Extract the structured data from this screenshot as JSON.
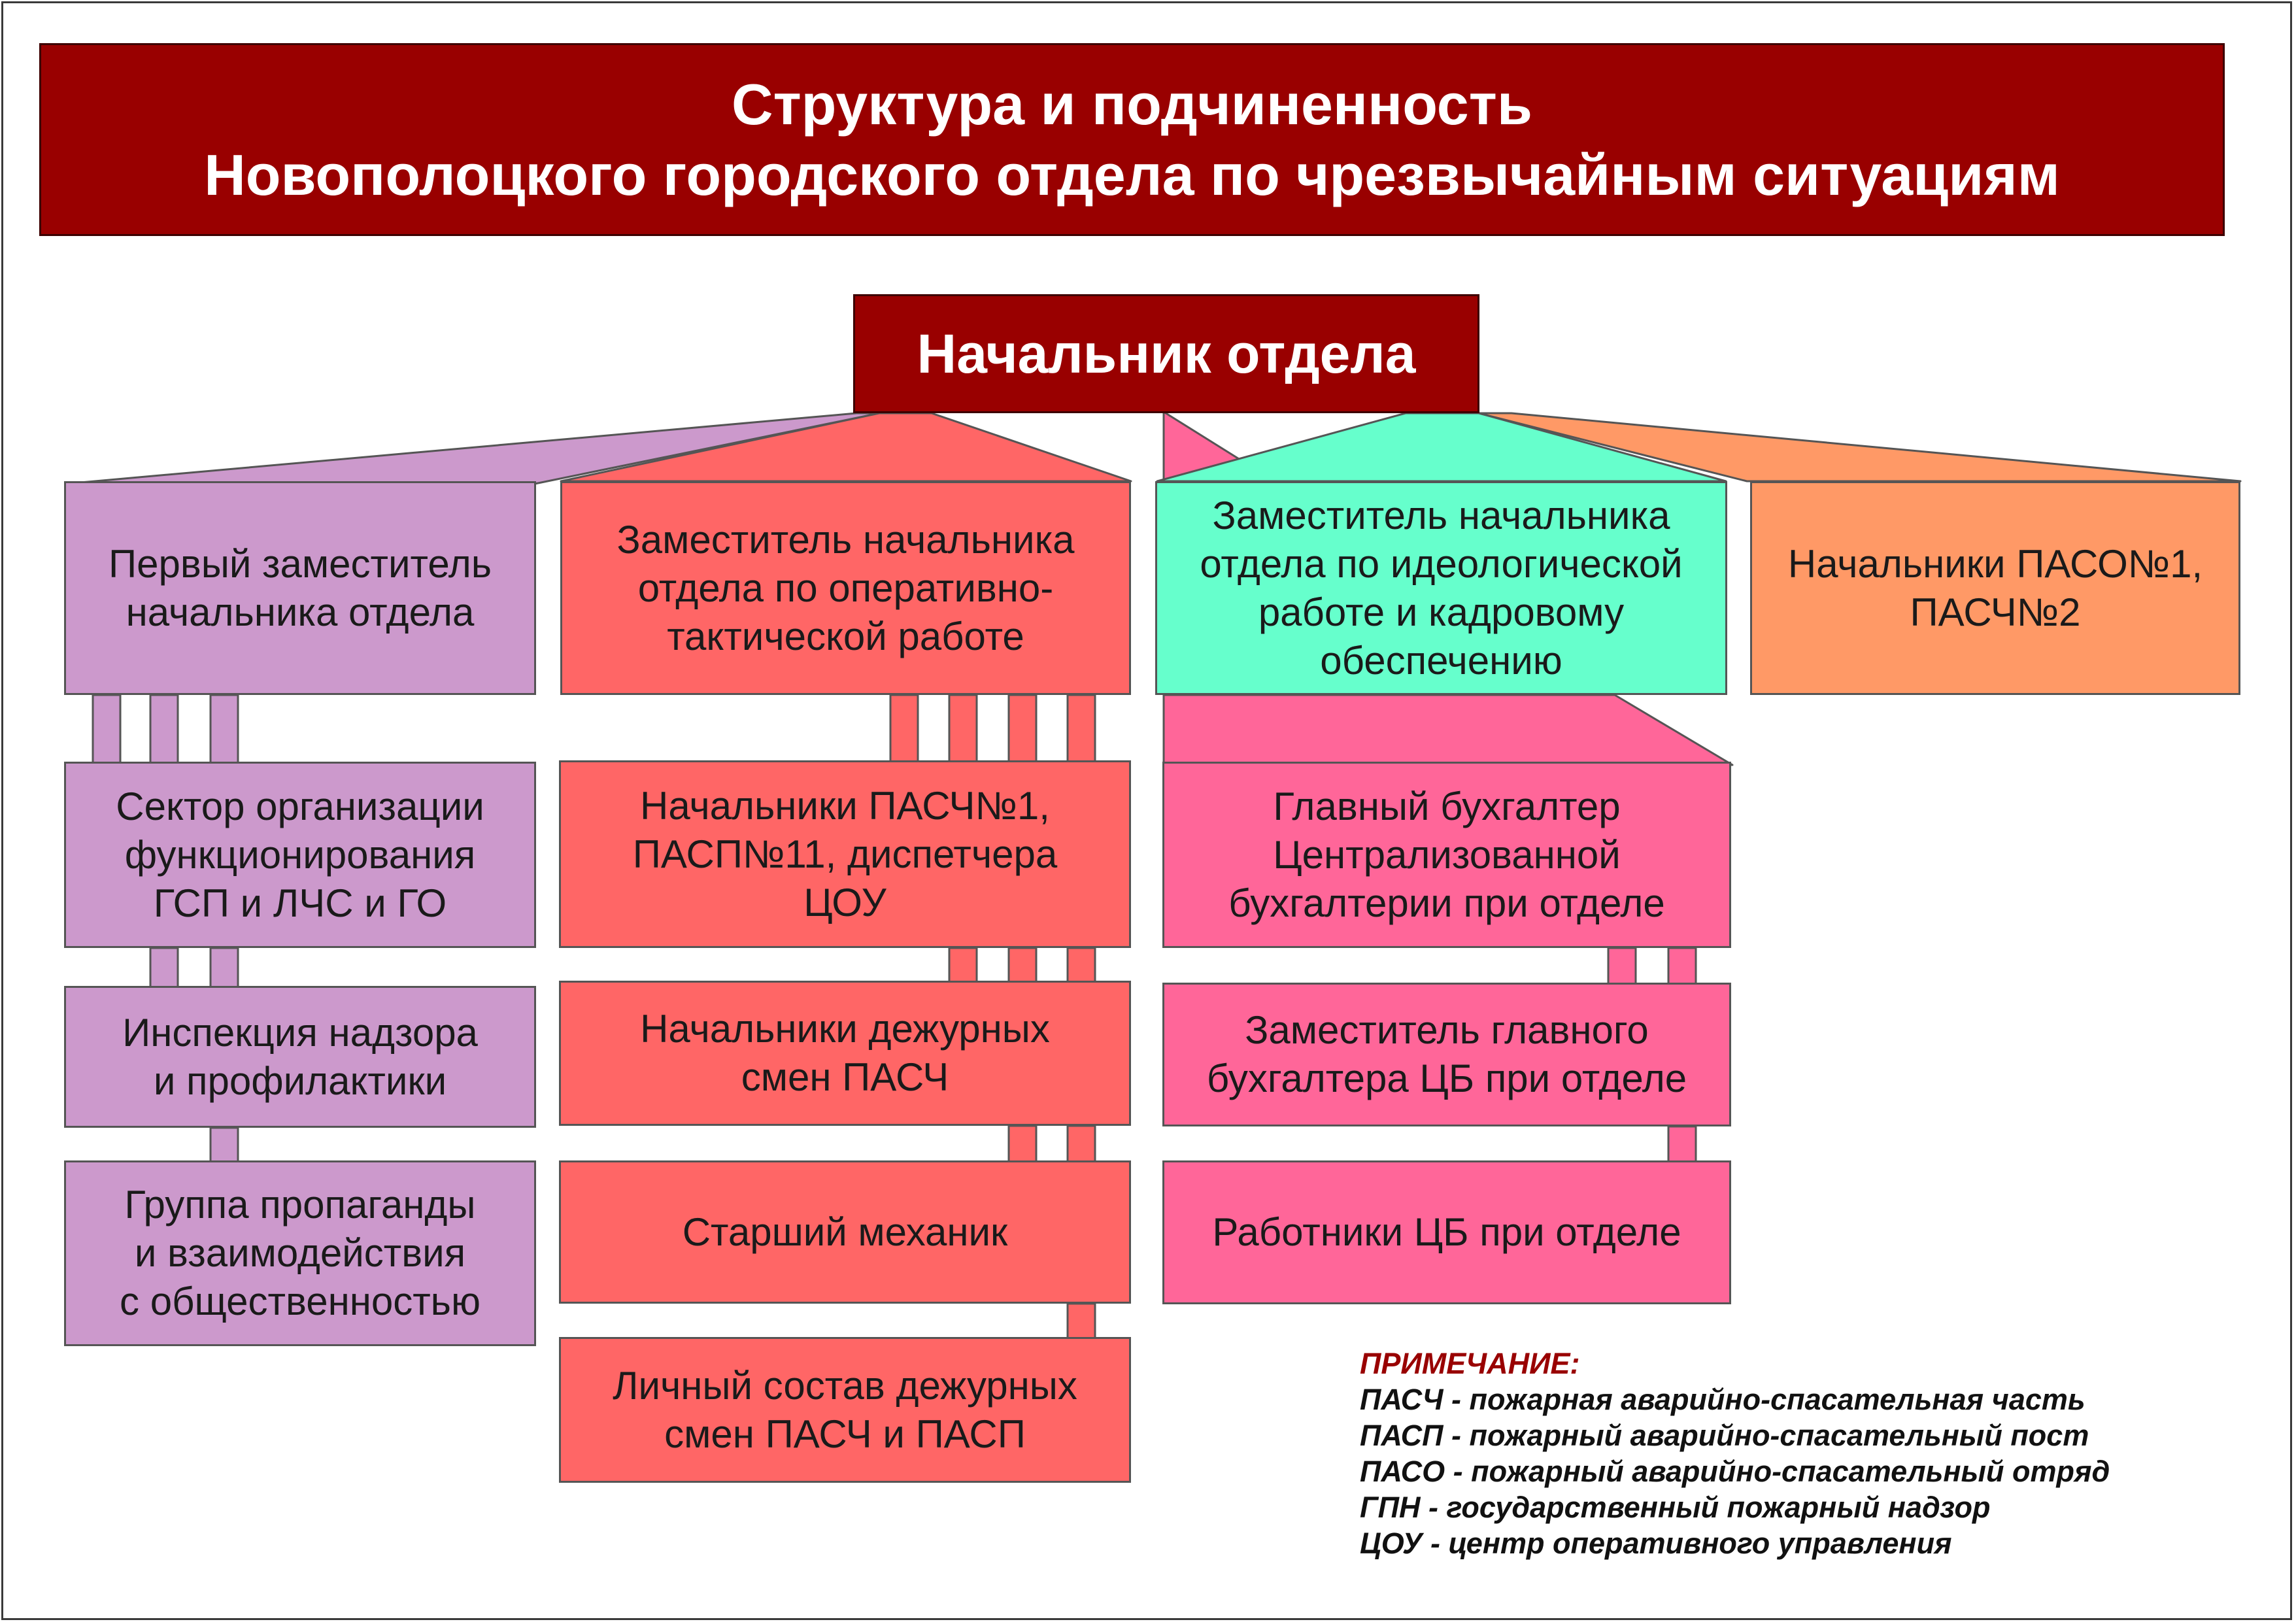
{
  "title": {
    "line1": "Структура и подчиненность",
    "line2": "Новополоцкого городского отдела по чрезвычайным ситуациям"
  },
  "head": "Начальник отдела",
  "deputies": {
    "first": "Первый заместитель\nначальника отдела",
    "operational": "Заместитель начальника\nотдела по оперативно-\nтактической работе",
    "ideological": "Заместитель начальника\nотдела по идеологической\nработе и кадровому\nобеспечению",
    "paso": "Начальники ПАСО№1,\nПАСЧ№2"
  },
  "column_first": [
    "Сектор организации\nфункционирования\nГСП и ЛЧС и ГО",
    "Инспекция надзора\nи профилактики",
    "Группа пропаганды\nи взаимодействия\nс общественностью"
  ],
  "column_operational": [
    "Начальники ПАСЧ№1,\nПАСП№11, диспетчера\nЦОУ",
    "Начальники дежурных\nсмен ПАСЧ",
    "Старший механик",
    "Личный состав дежурных\nсмен ПАСЧ и ПАСП"
  ],
  "column_accounting": [
    "Главный бухгалтер\nЦентрализованной\nбухгалтерии при отделе",
    "Заместитель главного\nбухгалтера ЦБ при отделе",
    "Работники ЦБ при отделе"
  ],
  "note": {
    "title": "ПРИМЕЧАНИЕ:",
    "lines": [
      "ПАСЧ - пожарная аварийно-спасательная часть",
      "ПАСП - пожарный аварийно-спасательный пост",
      "ПАСО - пожарный аварийно-спасательный отряд",
      "ГПН - государственный пожарный надзор",
      "ЦОУ - центр оперативного управления"
    ]
  },
  "colors": {
    "title_fill": "#990000",
    "purple": "#cc99cc",
    "red": "#ff6666",
    "teal": "#66ffcc",
    "orange": "#ff9966",
    "pink": "#ff6699"
  }
}
